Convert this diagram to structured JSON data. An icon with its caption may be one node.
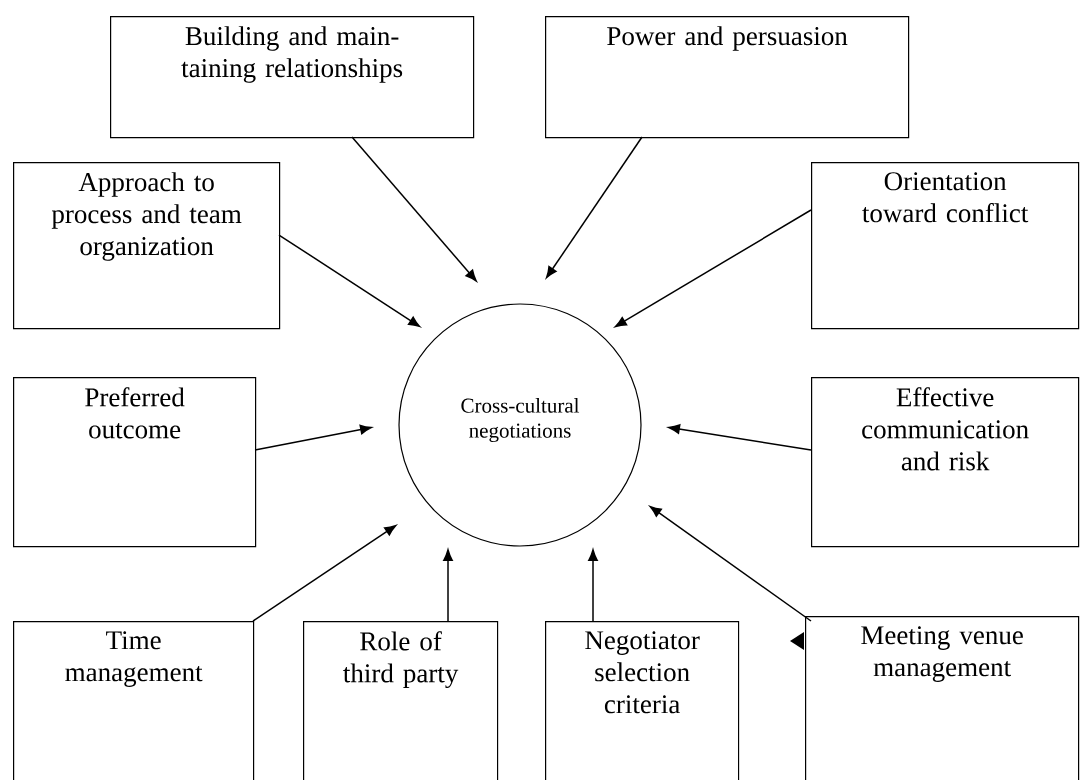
{
  "diagram": {
    "nodes": [
      {
        "text": [
          "Building and main-taining relationships"
        ]
      },
      {
        "text": [
          "Power and persuasion"
        ]
      },
      {
        "text": [
          "Approach to process and team organization"
        ]
      },
      {
        "text": [
          "Orientation toward conflict"
        ]
      },
      {
        "text": [
          "Preferred outcome"
        ]
      },
      {
        "text": [
          "Effective communication and risk"
        ]
      },
      {
        "text": [
          "Time management"
        ]
      },
      {
        "text": [
          "Role of third party"
        ]
      },
      {
        "text": [
          "Negotiator selection criteria"
        ]
      },
      {
        "text": [
          "Meeting venue management"
        ]
      },
      {
        "text": [
          "Cross-cultural negotiations"
        ]
      }
    ],
    "edges": [
      {
        "from": 0,
        "to": 10,
        "arrow": "to"
      },
      {
        "from": 1,
        "to": 10,
        "arrow": "to"
      },
      {
        "from": 2,
        "to": 10,
        "arrow": "to"
      },
      {
        "from": 3,
        "to": 10,
        "arrow": "to"
      },
      {
        "from": 4,
        "to": 10,
        "arrow": "to"
      },
      {
        "from": 5,
        "to": 10,
        "arrow": "to"
      },
      {
        "from": 6,
        "to": 10,
        "arrow": "to"
      },
      {
        "from": 7,
        "to": 10,
        "arrow": "to"
      },
      {
        "from": 8,
        "to": 10,
        "arrow": "to"
      },
      {
        "from": 9,
        "to": 10,
        "arrow": "to"
      }
    ]
  }
}
